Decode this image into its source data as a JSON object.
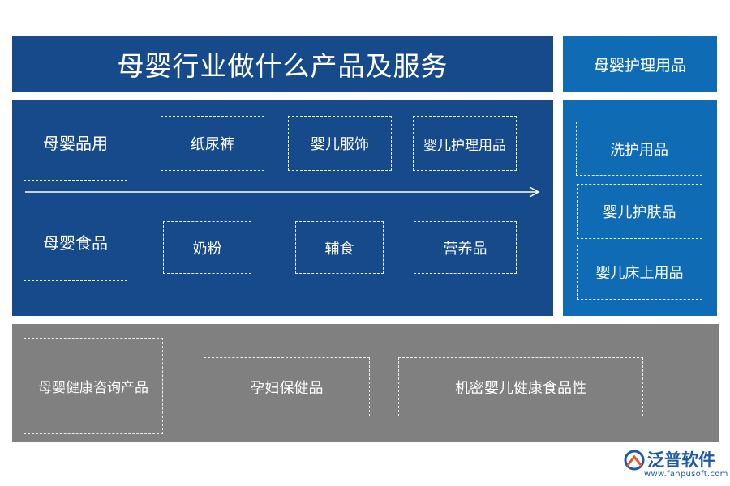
{
  "title": "母婴行业做什么产品及服务",
  "side_title": "母婴护理用品",
  "main": {
    "row1": {
      "category": "母婴品用",
      "items": [
        "纸尿裤",
        "婴儿服饰",
        "婴儿护理用品"
      ]
    },
    "row2": {
      "category": "母婴食品",
      "items": [
        "奶粉",
        "辅食",
        "营养品"
      ]
    }
  },
  "side_items": [
    "洗护用品",
    "婴儿护肤品",
    "婴儿床上用品"
  ],
  "bottom": {
    "category": "母婴健康咨询产品",
    "items": [
      "孕妇保健品",
      "机密婴儿健康食品性"
    ]
  },
  "logo": {
    "name": "泛普软件",
    "url": "www.fanpusoft.com"
  },
  "colors": {
    "dark_blue": "#174a8b",
    "bright_blue": "#0f6bb3",
    "gray": "#808080"
  }
}
